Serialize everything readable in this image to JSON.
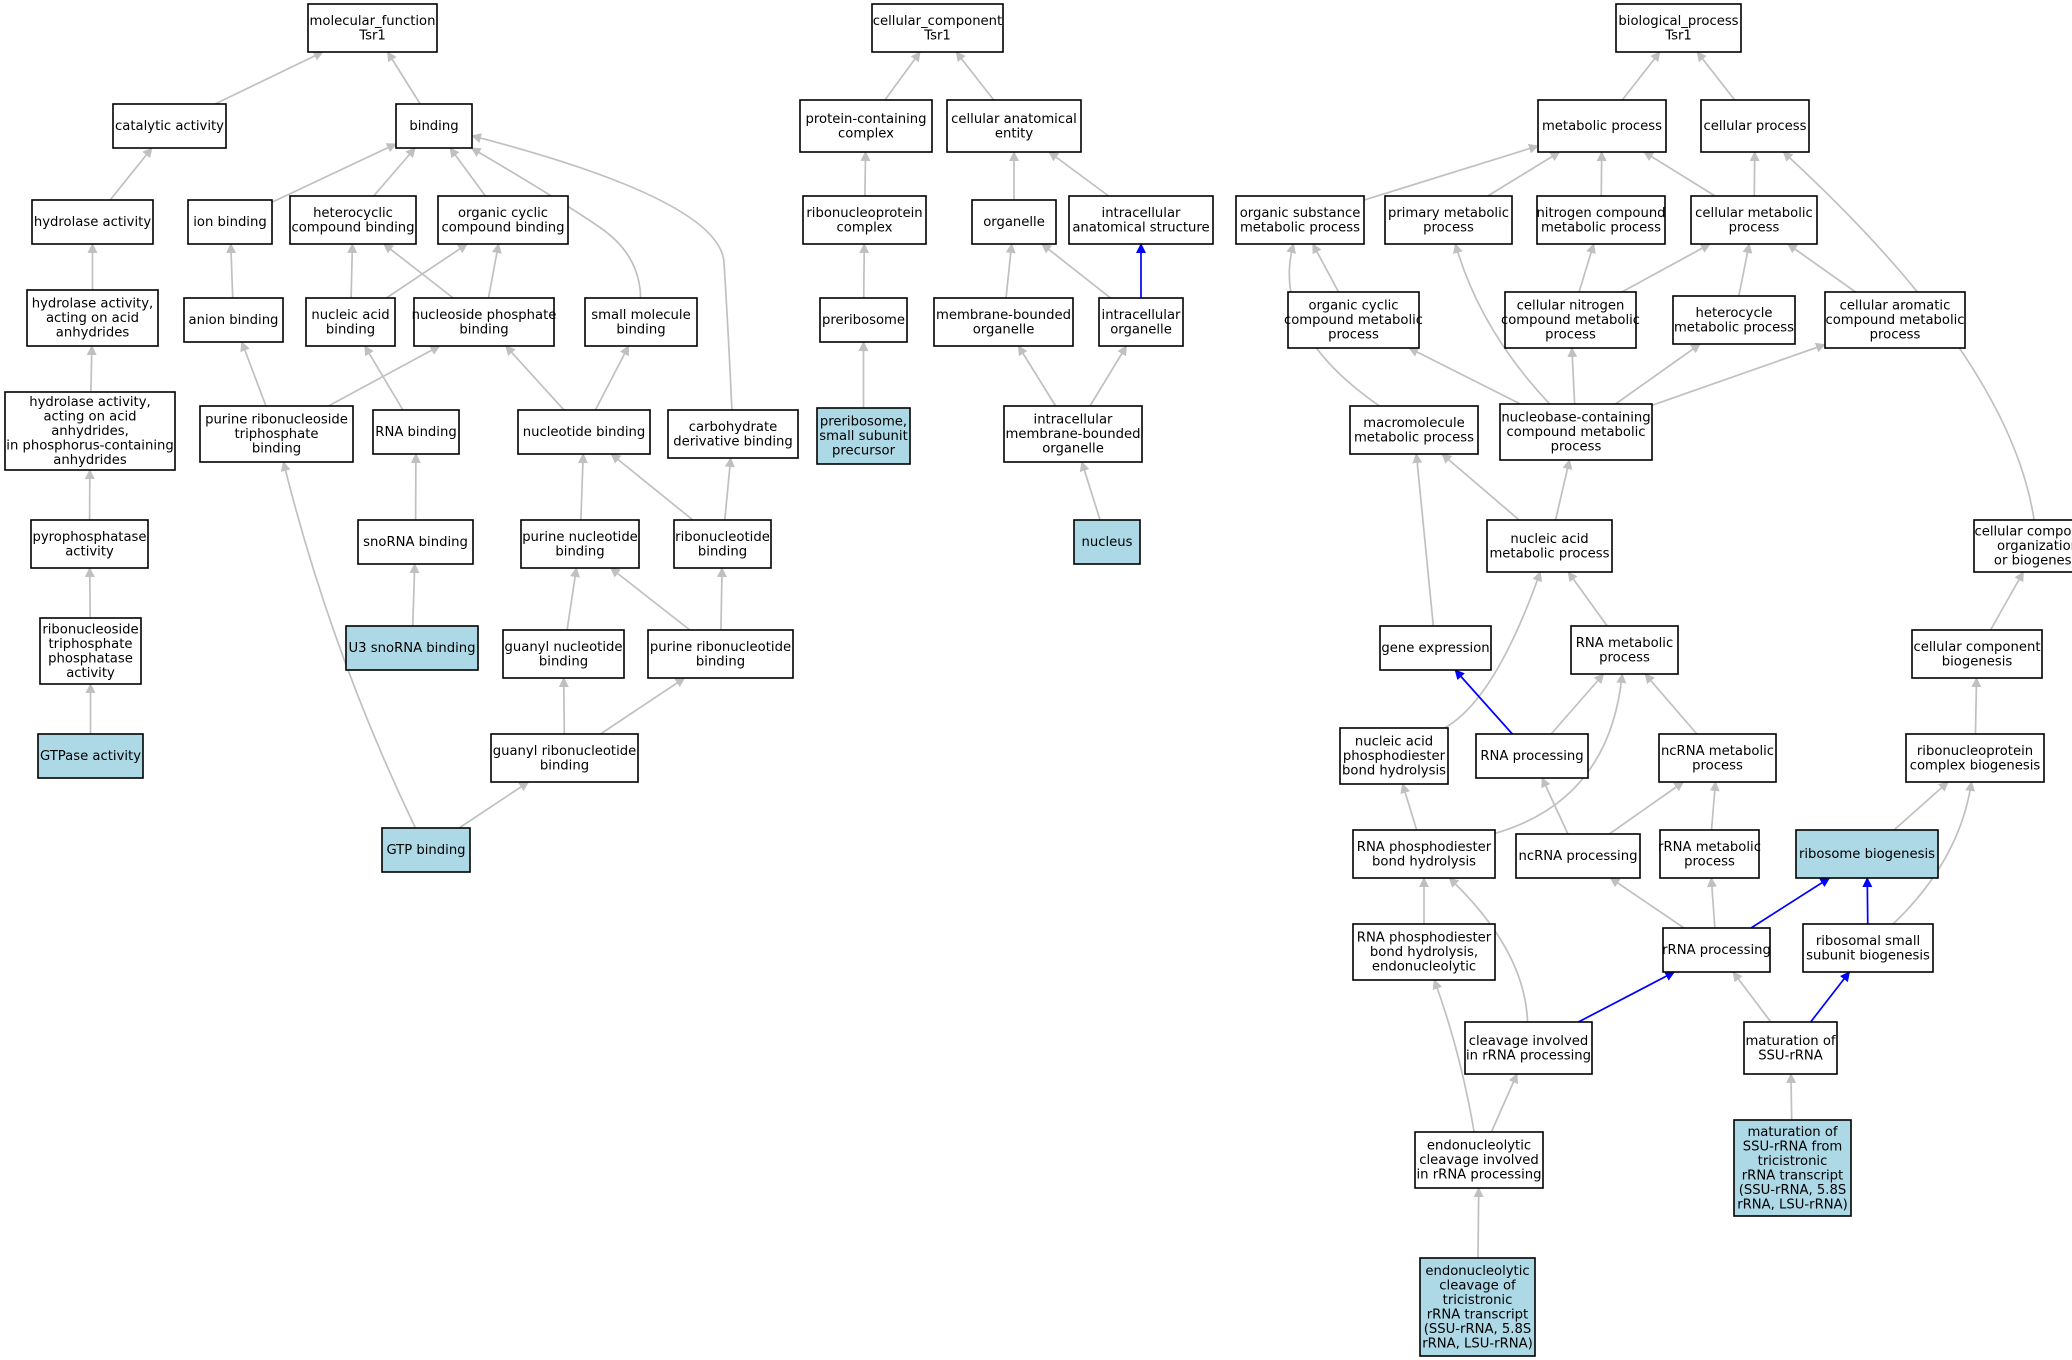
{
  "colors": {
    "annotated_fill": "#add8e6",
    "normal_fill": "#ffffff",
    "is_a_edge": "#c0c0c0",
    "part_of_edge": "#0000ff",
    "border": "#000000"
  },
  "nodes": [
    {
      "id": "mf",
      "lines": [
        "molecular_function",
        "Tsr1"
      ],
      "hl": false
    },
    {
      "id": "catalytic",
      "lines": [
        "catalytic activity"
      ],
      "hl": false
    },
    {
      "id": "binding",
      "lines": [
        "binding"
      ],
      "hl": false
    },
    {
      "id": "hydrolase",
      "lines": [
        "hydrolase activity"
      ],
      "hl": false
    },
    {
      "id": "ionb",
      "lines": [
        "ion binding"
      ],
      "hl": false
    },
    {
      "id": "hetcomp",
      "lines": [
        "heterocyclic",
        "compound binding"
      ],
      "hl": false
    },
    {
      "id": "orgcyccomp",
      "lines": [
        "organic cyclic",
        "compound binding"
      ],
      "hl": false
    },
    {
      "id": "hydroacid",
      "lines": [
        "hydrolase activity,",
        "acting on acid",
        "anhydrides"
      ],
      "hl": false
    },
    {
      "id": "anionb",
      "lines": [
        "anion binding"
      ],
      "hl": false
    },
    {
      "id": "nucacidb",
      "lines": [
        "nucleic acid",
        "binding"
      ],
      "hl": false
    },
    {
      "id": "nucphosb",
      "lines": [
        "nucleoside phosphate",
        "binding"
      ],
      "hl": false
    },
    {
      "id": "smallmol",
      "lines": [
        "small molecule",
        "binding"
      ],
      "hl": false
    },
    {
      "id": "hydrophos",
      "lines": [
        "hydrolase activity,",
        "acting on acid",
        "anhydrides,",
        "in phosphorus-containing",
        "anhydrides"
      ],
      "hl": false
    },
    {
      "id": "purribtriph",
      "lines": [
        "purine ribonucleoside",
        "triphosphate",
        "binding"
      ],
      "hl": false
    },
    {
      "id": "rnab",
      "lines": [
        "RNA binding"
      ],
      "hl": false
    },
    {
      "id": "nucleotideb",
      "lines": [
        "nucleotide binding"
      ],
      "hl": false
    },
    {
      "id": "carbderiv",
      "lines": [
        "carbohydrate",
        "derivative binding"
      ],
      "hl": false
    },
    {
      "id": "pyrophos",
      "lines": [
        "pyrophosphatase",
        "activity"
      ],
      "hl": false
    },
    {
      "id": "snorna",
      "lines": [
        "snoRNA binding"
      ],
      "hl": false
    },
    {
      "id": "purnucb",
      "lines": [
        "purine nucleotide",
        "binding"
      ],
      "hl": false
    },
    {
      "id": "ribonucb",
      "lines": [
        "ribonucleotide",
        "binding"
      ],
      "hl": false
    },
    {
      "id": "rntp",
      "lines": [
        "ribonucleoside",
        "triphosphate",
        "phosphatase",
        "activity"
      ],
      "hl": false
    },
    {
      "id": "u3",
      "lines": [
        "U3 snoRNA binding"
      ],
      "hl": true
    },
    {
      "id": "guanylnuc",
      "lines": [
        "guanyl nucleotide",
        "binding"
      ],
      "hl": false
    },
    {
      "id": "purribonucb",
      "lines": [
        "purine ribonucleotide",
        "binding"
      ],
      "hl": false
    },
    {
      "id": "gtpase",
      "lines": [
        "GTPase activity"
      ],
      "hl": true
    },
    {
      "id": "guanylribo",
      "lines": [
        "guanyl ribonucleotide",
        "binding"
      ],
      "hl": false
    },
    {
      "id": "gtpb",
      "lines": [
        "GTP binding"
      ],
      "hl": true
    },
    {
      "id": "cc",
      "lines": [
        "cellular_component",
        "Tsr1"
      ],
      "hl": false
    },
    {
      "id": "protcont",
      "lines": [
        "protein-containing",
        "complex"
      ],
      "hl": false
    },
    {
      "id": "cellanat",
      "lines": [
        "cellular anatomical",
        "entity"
      ],
      "hl": false
    },
    {
      "id": "rnp",
      "lines": [
        "ribonucleoprotein",
        "complex"
      ],
      "hl": false
    },
    {
      "id": "organelle",
      "lines": [
        "organelle"
      ],
      "hl": false
    },
    {
      "id": "intraanat",
      "lines": [
        "intracellular",
        "anatomical structure"
      ],
      "hl": false
    },
    {
      "id": "preribo",
      "lines": [
        "preribosome"
      ],
      "hl": false
    },
    {
      "id": "membbound",
      "lines": [
        "membrane-bounded",
        "organelle"
      ],
      "hl": false
    },
    {
      "id": "intraorg",
      "lines": [
        "intracellular",
        "organelle"
      ],
      "hl": false
    },
    {
      "id": "preribosmall",
      "lines": [
        "preribosome,",
        "small subunit",
        "precursor"
      ],
      "hl": true
    },
    {
      "id": "intramemb",
      "lines": [
        "intracellular",
        "membrane-bounded",
        "organelle"
      ],
      "hl": false
    },
    {
      "id": "nucleus",
      "lines": [
        "nucleus"
      ],
      "hl": true
    },
    {
      "id": "bp",
      "lines": [
        "biological_process",
        "Tsr1"
      ],
      "hl": false
    },
    {
      "id": "metab",
      "lines": [
        "metabolic process"
      ],
      "hl": false
    },
    {
      "id": "cellproc",
      "lines": [
        "cellular process"
      ],
      "hl": false
    },
    {
      "id": "orgsub",
      "lines": [
        "organic substance",
        "metabolic process"
      ],
      "hl": false
    },
    {
      "id": "primmet",
      "lines": [
        "primary metabolic",
        "process"
      ],
      "hl": false
    },
    {
      "id": "nitrogen",
      "lines": [
        "nitrogen compound",
        "metabolic process"
      ],
      "hl": false
    },
    {
      "id": "cellmet",
      "lines": [
        "cellular metabolic",
        "process"
      ],
      "hl": false
    },
    {
      "id": "orgcycmet",
      "lines": [
        "organic cyclic",
        "compound metabolic",
        "process"
      ],
      "hl": false
    },
    {
      "id": "cellnitro",
      "lines": [
        "cellular nitrogen",
        "compound metabolic",
        "process"
      ],
      "hl": false
    },
    {
      "id": "hetmet",
      "lines": [
        "heterocycle",
        "metabolic process"
      ],
      "hl": false
    },
    {
      "id": "cellarom",
      "lines": [
        "cellular aromatic",
        "compound metabolic",
        "process"
      ],
      "hl": false
    },
    {
      "id": "macromol",
      "lines": [
        "macromolecule",
        "metabolic process"
      ],
      "hl": false
    },
    {
      "id": "nucbase",
      "lines": [
        "nucleobase-containing",
        "compound metabolic",
        "process"
      ],
      "hl": false
    },
    {
      "id": "ccorg",
      "lines": [
        "cellular component",
        "organization",
        "or biogenesis"
      ],
      "hl": false
    },
    {
      "id": "nucacidmet",
      "lines": [
        "nucleic acid",
        "metabolic process"
      ],
      "hl": false
    },
    {
      "id": "geneexp",
      "lines": [
        "gene expression"
      ],
      "hl": false
    },
    {
      "id": "rnamet",
      "lines": [
        "RNA metabolic",
        "process"
      ],
      "hl": false
    },
    {
      "id": "ccbio",
      "lines": [
        "cellular component",
        "biogenesis"
      ],
      "hl": false
    },
    {
      "id": "nucphoshyd",
      "lines": [
        "nucleic acid",
        "phosphodiester",
        "bond hydrolysis"
      ],
      "hl": false
    },
    {
      "id": "rnaproc",
      "lines": [
        "RNA processing"
      ],
      "hl": false
    },
    {
      "id": "ncrnamet",
      "lines": [
        "ncRNA metabolic",
        "process"
      ],
      "hl": false
    },
    {
      "id": "rnpbio",
      "lines": [
        "ribonucleoprotein",
        "complex biogenesis"
      ],
      "hl": false
    },
    {
      "id": "rnaphoshyd",
      "lines": [
        "RNA phosphodiester",
        "bond hydrolysis"
      ],
      "hl": false
    },
    {
      "id": "ncrnaproc",
      "lines": [
        "ncRNA processing"
      ],
      "hl": false
    },
    {
      "id": "rrnamet",
      "lines": [
        "rRNA metabolic",
        "process"
      ],
      "hl": false
    },
    {
      "id": "ribobio",
      "lines": [
        "ribosome biogenesis"
      ],
      "hl": true
    },
    {
      "id": "rnaendo",
      "lines": [
        "RNA phosphodiester",
        "bond hydrolysis,",
        "endonucleolytic"
      ],
      "hl": false
    },
    {
      "id": "rrnaproc",
      "lines": [
        "rRNA processing"
      ],
      "hl": false
    },
    {
      "id": "ribosmall",
      "lines": [
        "ribosomal small",
        "subunit biogenesis"
      ],
      "hl": false
    },
    {
      "id": "cleavage",
      "lines": [
        "cleavage involved",
        "in rRNA processing"
      ],
      "hl": false
    },
    {
      "id": "matssu",
      "lines": [
        "maturation of",
        "SSU-rRNA"
      ],
      "hl": false
    },
    {
      "id": "endocleav",
      "lines": [
        "endonucleolytic",
        "cleavage involved",
        "in rRNA processing"
      ],
      "hl": false
    },
    {
      "id": "matssutri",
      "lines": [
        "maturation of",
        "SSU-rRNA from",
        "tricistronic",
        "rRNA transcript",
        "(SSU-rRNA, 5.8S",
        "rRNA, LSU-rRNA)"
      ],
      "hl": true
    },
    {
      "id": "endotri",
      "lines": [
        "endonucleolytic",
        "cleavage of",
        "tricistronic",
        "rRNA transcript",
        "(SSU-rRNA, 5.8S",
        "rRNA, LSU-rRNA)"
      ],
      "hl": true
    }
  ],
  "edges": [
    {
      "from": "catalytic",
      "to": "mf",
      "type": "is_a"
    },
    {
      "from": "binding",
      "to": "mf",
      "type": "is_a"
    },
    {
      "from": "hydrolase",
      "to": "catalytic",
      "type": "is_a"
    },
    {
      "from": "hydroacid",
      "to": "hydrolase",
      "type": "is_a"
    },
    {
      "from": "hydrophos",
      "to": "hydroacid",
      "type": "is_a"
    },
    {
      "from": "pyrophos",
      "to": "hydrophos",
      "type": "is_a"
    },
    {
      "from": "rntp",
      "to": "pyrophos",
      "type": "is_a"
    },
    {
      "from": "gtpase",
      "to": "rntp",
      "type": "is_a"
    },
    {
      "from": "ionb",
      "to": "binding",
      "type": "is_a"
    },
    {
      "from": "hetcomp",
      "to": "binding",
      "type": "is_a"
    },
    {
      "from": "orgcyccomp",
      "to": "binding",
      "type": "is_a"
    },
    {
      "from": "smallmol",
      "to": "binding",
      "type": "is_a"
    },
    {
      "from": "carbderiv",
      "to": "binding",
      "type": "is_a"
    },
    {
      "from": "anionb",
      "to": "ionb",
      "type": "is_a"
    },
    {
      "from": "nucacidb",
      "to": "hetcomp",
      "type": "is_a"
    },
    {
      "from": "nucacidb",
      "to": "orgcyccomp",
      "type": "is_a"
    },
    {
      "from": "nucphosb",
      "to": "hetcomp",
      "type": "is_a"
    },
    {
      "from": "nucphosb",
      "to": "orgcyccomp",
      "type": "is_a"
    },
    {
      "from": "purribtriph",
      "to": "anionb",
      "type": "is_a"
    },
    {
      "from": "purribtriph",
      "to": "nucphosb",
      "type": "is_a"
    },
    {
      "from": "rnab",
      "to": "nucacidb",
      "type": "is_a"
    },
    {
      "from": "nucleotideb",
      "to": "nucphosb",
      "type": "is_a"
    },
    {
      "from": "nucleotideb",
      "to": "smallmol",
      "type": "is_a"
    },
    {
      "from": "snorna",
      "to": "rnab",
      "type": "is_a"
    },
    {
      "from": "u3",
      "to": "snorna",
      "type": "is_a"
    },
    {
      "from": "purnucb",
      "to": "nucleotideb",
      "type": "is_a"
    },
    {
      "from": "ribonucb",
      "to": "nucleotideb",
      "type": "is_a"
    },
    {
      "from": "ribonucb",
      "to": "carbderiv",
      "type": "is_a"
    },
    {
      "from": "guanylnuc",
      "to": "purnucb",
      "type": "is_a"
    },
    {
      "from": "purribonucb",
      "to": "purnucb",
      "type": "is_a"
    },
    {
      "from": "purribonucb",
      "to": "ribonucb",
      "type": "is_a"
    },
    {
      "from": "guanylribo",
      "to": "guanylnuc",
      "type": "is_a"
    },
    {
      "from": "guanylribo",
      "to": "purribonucb",
      "type": "is_a"
    },
    {
      "from": "gtpb",
      "to": "guanylribo",
      "type": "is_a"
    },
    {
      "from": "gtpb",
      "to": "purribtriph",
      "type": "is_a"
    },
    {
      "from": "protcont",
      "to": "cc",
      "type": "is_a"
    },
    {
      "from": "cellanat",
      "to": "cc",
      "type": "is_a"
    },
    {
      "from": "rnp",
      "to": "protcont",
      "type": "is_a"
    },
    {
      "from": "preribo",
      "to": "rnp",
      "type": "is_a"
    },
    {
      "from": "preribosmall",
      "to": "preribo",
      "type": "is_a"
    },
    {
      "from": "organelle",
      "to": "cellanat",
      "type": "is_a"
    },
    {
      "from": "intraanat",
      "to": "cellanat",
      "type": "is_a"
    },
    {
      "from": "membbound",
      "to": "organelle",
      "type": "is_a"
    },
    {
      "from": "intraorg",
      "to": "organelle",
      "type": "is_a"
    },
    {
      "from": "intraorg",
      "to": "intraanat",
      "type": "part_of"
    },
    {
      "from": "intramemb",
      "to": "membbound",
      "type": "is_a"
    },
    {
      "from": "intramemb",
      "to": "intraorg",
      "type": "is_a"
    },
    {
      "from": "nucleus",
      "to": "intramemb",
      "type": "is_a"
    },
    {
      "from": "metab",
      "to": "bp",
      "type": "is_a"
    },
    {
      "from": "cellproc",
      "to": "bp",
      "type": "is_a"
    },
    {
      "from": "orgsub",
      "to": "metab",
      "type": "is_a"
    },
    {
      "from": "primmet",
      "to": "metab",
      "type": "is_a"
    },
    {
      "from": "nitrogen",
      "to": "metab",
      "type": "is_a"
    },
    {
      "from": "cellmet",
      "to": "metab",
      "type": "is_a"
    },
    {
      "from": "cellmet",
      "to": "cellproc",
      "type": "is_a"
    },
    {
      "from": "ccorg",
      "to": "cellproc",
      "type": "is_a"
    },
    {
      "from": "orgcycmet",
      "to": "orgsub",
      "type": "is_a"
    },
    {
      "from": "cellnitro",
      "to": "nitrogen",
      "type": "is_a"
    },
    {
      "from": "cellnitro",
      "to": "cellmet",
      "type": "is_a"
    },
    {
      "from": "hetmet",
      "to": "cellmet",
      "type": "is_a"
    },
    {
      "from": "cellarom",
      "to": "cellmet",
      "type": "is_a"
    },
    {
      "from": "macromol",
      "to": "orgsub",
      "type": "is_a"
    },
    {
      "from": "nucbase",
      "to": "orgcycmet",
      "type": "is_a"
    },
    {
      "from": "nucbase",
      "to": "cellnitro",
      "type": "is_a"
    },
    {
      "from": "nucbase",
      "to": "hetmet",
      "type": "is_a"
    },
    {
      "from": "nucbase",
      "to": "cellarom",
      "type": "is_a"
    },
    {
      "from": "nucbase",
      "to": "primmet",
      "type": "is_a"
    },
    {
      "from": "nucacidmet",
      "to": "macromol",
      "type": "is_a"
    },
    {
      "from": "nucacidmet",
      "to": "nucbase",
      "type": "is_a"
    },
    {
      "from": "geneexp",
      "to": "macromol",
      "type": "is_a"
    },
    {
      "from": "rnamet",
      "to": "nucacidmet",
      "type": "is_a"
    },
    {
      "from": "nucphoshyd",
      "to": "nucacidmet",
      "type": "is_a"
    },
    {
      "from": "rnaproc",
      "to": "rnamet",
      "type": "is_a"
    },
    {
      "from": "rnaproc",
      "to": "geneexp",
      "type": "part_of"
    },
    {
      "from": "ncrnamet",
      "to": "rnamet",
      "type": "is_a"
    },
    {
      "from": "rnaphoshyd",
      "to": "nucphoshyd",
      "type": "is_a"
    },
    {
      "from": "rnaphoshyd",
      "to": "rnamet",
      "type": "is_a"
    },
    {
      "from": "ncrnaproc",
      "to": "rnaproc",
      "type": "is_a"
    },
    {
      "from": "ncrnaproc",
      "to": "ncrnamet",
      "type": "is_a"
    },
    {
      "from": "rrnamet",
      "to": "ncrnamet",
      "type": "is_a"
    },
    {
      "from": "rnaendo",
      "to": "rnaphoshyd",
      "type": "is_a"
    },
    {
      "from": "rrnaproc",
      "to": "ncrnaproc",
      "type": "is_a"
    },
    {
      "from": "rrnaproc",
      "to": "rrnamet",
      "type": "is_a"
    },
    {
      "from": "rrnaproc",
      "to": "ribobio",
      "type": "part_of"
    },
    {
      "from": "cleavage",
      "to": "rrnaproc",
      "type": "part_of"
    },
    {
      "from": "cleavage",
      "to": "rnaphoshyd",
      "type": "is_a"
    },
    {
      "from": "endocleav",
      "to": "cleavage",
      "type": "is_a"
    },
    {
      "from": "endocleav",
      "to": "rnaendo",
      "type": "is_a"
    },
    {
      "from": "endotri",
      "to": "endocleav",
      "type": "is_a"
    },
    {
      "from": "ccbio",
      "to": "ccorg",
      "type": "is_a"
    },
    {
      "from": "rnpbio",
      "to": "ccbio",
      "type": "is_a"
    },
    {
      "from": "ribobio",
      "to": "rnpbio",
      "type": "is_a"
    },
    {
      "from": "ribosmall",
      "to": "ribobio",
      "type": "part_of"
    },
    {
      "from": "ribosmall",
      "to": "rnpbio",
      "type": "is_a"
    },
    {
      "from": "matssu",
      "to": "rrnaproc",
      "type": "is_a"
    },
    {
      "from": "matssu",
      "to": "ribosmall",
      "type": "part_of"
    },
    {
      "from": "matssutri",
      "to": "matssu",
      "type": "is_a"
    }
  ]
}
